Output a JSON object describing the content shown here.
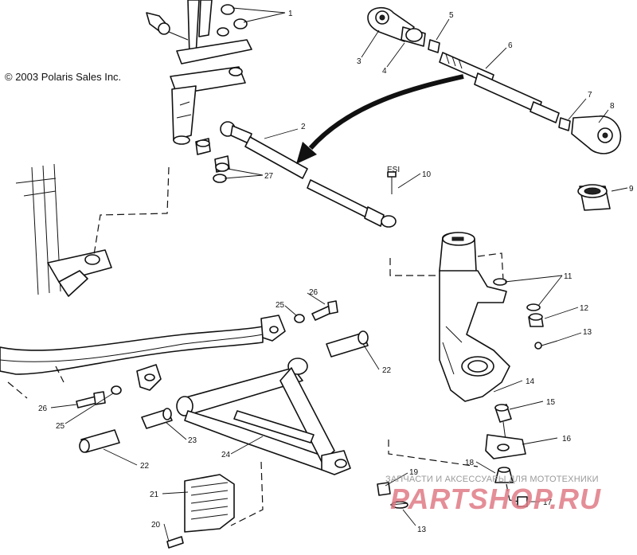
{
  "copyright": "© 2003 Polaris Sales Inc.",
  "watermark": {
    "caption": "ЗАПЧАСТИ И АКСЕССУАРЫ ДЛЯ МОТОТЕХНИКИ",
    "logo": "PARTSHOP.RU"
  },
  "callouts": {
    "c1": "1",
    "c2": "2",
    "c3": "3",
    "c4": "4",
    "c5": "5",
    "c6": "6",
    "c7": "7",
    "c8": "8",
    "c9": "9",
    "c10": "10",
    "c11": "11",
    "c12": "12",
    "c13a": "13",
    "c13b": "13",
    "c14": "14",
    "c15": "15",
    "c16": "16",
    "c17": "17",
    "c18": "18",
    "c19": "19",
    "c20": "20",
    "c21": "21",
    "c22a": "22",
    "c22b": "22",
    "c23": "23",
    "c24": "24",
    "c25a": "25",
    "c25b": "25",
    "c26a": "26",
    "c26b": "26",
    "c27": "27"
  },
  "label_10_mark": "ESI"
}
